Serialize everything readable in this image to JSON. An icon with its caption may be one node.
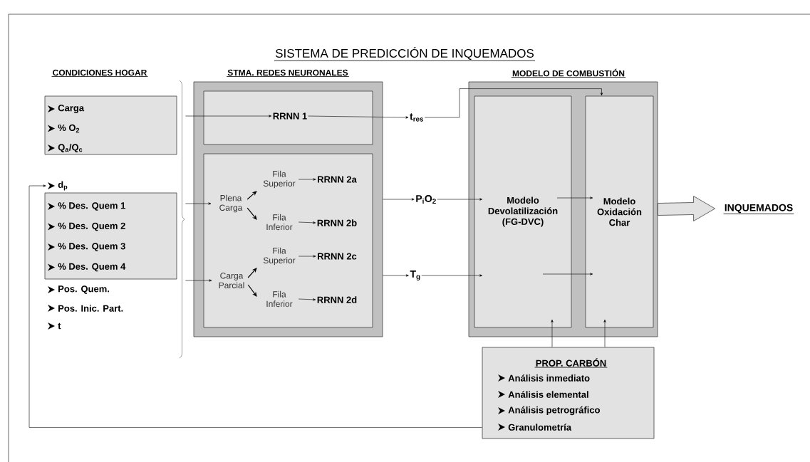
{
  "diagram": {
    "title": "SISTEMA DE PREDICCIÓN DE INQUEMADOS",
    "nodes": [
      {
        "text": [
          "Carga",
          "% O$_{2}$",
          "Q$_{a}$/Q$_{c}$"
        ]
      },
      {
        "text": [
          "d$_{p}$"
        ]
      },
      {
        "text": [
          "% Des. Quem 1",
          "% Des. Quem 2",
          "% Des. Quem 3",
          "% Des. Quem 4"
        ]
      },
      {
        "text": [
          "STMA. REDES NEURONALES"
        ]
      },
      {
        "text": [],
        "shape": "box",
        "in": 3
      },
      {
        "text": [
          "RRNN 1"
        ],
        "in": 4
      },
      {
        "text": [],
        "shape": "box",
        "in": 3
      },
      {
        "text": [
          "Plena Carga"
        ],
        "in": 6
      },
      {
        "text": [
          "Fila Superior"
        ],
        "in": 6
      },
      {
        "text": [
          "RRNN 2a"
        ],
        "in": 6
      },
      {
        "text": [
          "Fila Inferior"
        ],
        "in": 6
      },
      {
        "text": [
          "RRNN 2b"
        ],
        "in": 6
      },
      {
        "text": [
          "Carga Parcial"
        ],
        "in": 6
      },
      {
        "text": [
          "Fila Superior"
        ],
        "in": 6
      },
      {
        "text": [
          "RRNN 2c"
        ],
        "in": 6
      },
      {
        "text": [
          "Fila Inferior"
        ],
        "in": 6
      },
      {
        "text": [
          "RRNN 2d"
        ],
        "in": 6
      },
      {
        "text": [
          "t$_{res}$"
        ]
      },
      {
        "text": [
          "P$_{i}$O$_{2}$"
        ]
      },
      {
        "text": [
          "T$_{g}$"
        ]
      },
      {
        "text": [
          "MODELO DE COMBUSTIÓN"
        ]
      },
      {
        "text": [
          "Modelo Devolatilización (FG-DVC)"
        ],
        "in": 20
      },
      {
        "text": [
          "Modelo Oxidación Char"
        ],
        "in": 20
      },
      {
        "text": [
          "INQUEMADOS"
        ]
      },
      {
        "text": [
          "PROP. CARBÓN",
          "Análisis inmediato",
          "Análisis elemental",
          "Análisis petrográfico",
          "Granulometría"
        ]
      }
    ],
    "edges": [
      {
        "from": 0,
        "to": 5,
        "arrow": "to"
      },
      {
        "from": 5,
        "to": 17,
        "arrow": "to"
      },
      {
        "from": 2,
        "to": 7,
        "arrow": "to"
      },
      {
        "from": 2,
        "to": 12,
        "arrow": "to"
      },
      {
        "from": 7,
        "to": 8,
        "arrow": "to"
      },
      {
        "from": 7,
        "to": 10,
        "arrow": "to"
      },
      {
        "from": 8,
        "to": 9,
        "arrow": "to"
      },
      {
        "from": 10,
        "to": 11,
        "arrow": "to"
      },
      {
        "from": 12,
        "to": 13,
        "arrow": "to"
      },
      {
        "from": 12,
        "to": 15,
        "arrow": "to"
      },
      {
        "from": 13,
        "to": 14,
        "arrow": "to"
      },
      {
        "from": 15,
        "to": 16,
        "arrow": "to"
      },
      {
        "from": 3,
        "to": 18,
        "arrow": "to"
      },
      {
        "from": 3,
        "to": 19,
        "arrow": "to"
      },
      {
        "from": 17,
        "to": 22,
        "arrow": "to"
      },
      {
        "from": 18,
        "to": 21,
        "arrow": "to"
      },
      {
        "from": 21,
        "to": 22,
        "arrow": "to"
      },
      {
        "from": 19,
        "to": 21,
        "arrow": "to"
      },
      {
        "from": 21,
        "to": 22,
        "arrow": "to"
      },
      {
        "from": 20,
        "to": 23,
        "arrow": "to"
      },
      {
        "from": 24,
        "to": 21,
        "arrow": "to"
      },
      {
        "from": 24,
        "to": 22,
        "arrow": "to"
      },
      {
        "from": 24,
        "to": 1,
        "arrow": "to"
      }
    ],
    "labels": [
      "CONDICIONES HOGAR",
      "Pos. Quem.",
      "Pos. Inic. Part.",
      "t"
    ]
  }
}
